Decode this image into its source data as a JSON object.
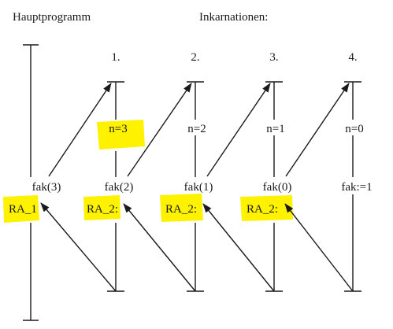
{
  "headers": {
    "main_program": "Hauptprogramm",
    "incarnations": "Inkarnationen:"
  },
  "main": {
    "call_label": "fak(3)",
    "return_address": "RA_1"
  },
  "incarnations": [
    {
      "number": "1.",
      "param": "n=3",
      "call_label": "fak(2)",
      "return_address": "RA_2:"
    },
    {
      "number": "2.",
      "param": "n=2",
      "call_label": "fak(1)",
      "return_address": "RA_2:"
    },
    {
      "number": "3.",
      "param": "n=1",
      "call_label": "fak(0)",
      "return_address": "RA_2:"
    },
    {
      "number": "4.",
      "param": "n=0",
      "call_label": "fak:=1"
    }
  ],
  "colors": {
    "highlight": "#fff200",
    "ink": "#1a1a1a"
  }
}
